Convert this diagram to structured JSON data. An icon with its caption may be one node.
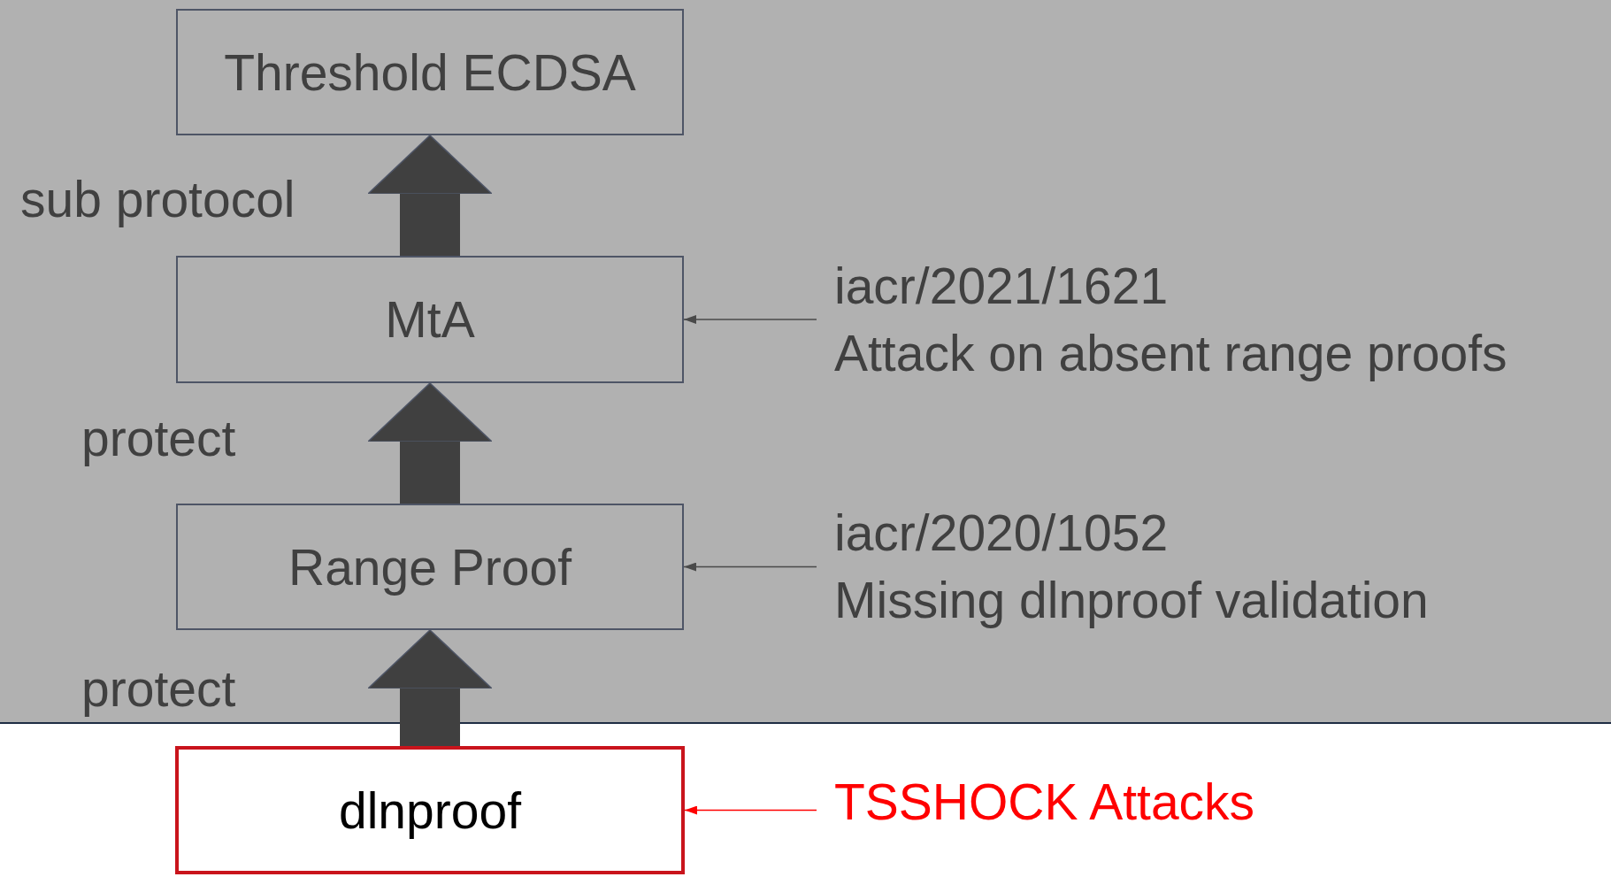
{
  "diagram": {
    "nodes": [
      {
        "text": [
          "Threshold ECDSA"
        ]
      },
      {
        "text": [
          "MtA"
        ]
      },
      {
        "text": [
          "iacr/2021/1621",
          "Attack on absent range proofs"
        ]
      },
      {
        "text": [
          "Range Proof"
        ]
      },
      {
        "text": [
          "iacr/2020/1052",
          "Missing dlnproof validation"
        ]
      },
      {
        "text": [
          "dlnproof"
        ]
      },
      {
        "text": [
          "TSSHOCK Attacks"
        ]
      }
    ],
    "edges": [
      {
        "from": 1,
        "to": 0,
        "arrow": "to",
        "label": "sub protocol",
        "style": "thick"
      },
      {
        "from": 3,
        "to": 1,
        "arrow": "to",
        "label": "protect",
        "style": "thick"
      },
      {
        "from": 5,
        "to": 3,
        "arrow": "to",
        "label": "protect",
        "style": "thick"
      },
      {
        "from": 2,
        "to": 1,
        "arrow": "to"
      },
      {
        "from": 4,
        "to": 3,
        "arrow": "to"
      },
      {
        "from": 6,
        "to": 5,
        "arrow": "to",
        "color": "#ff0000"
      }
    ]
  }
}
